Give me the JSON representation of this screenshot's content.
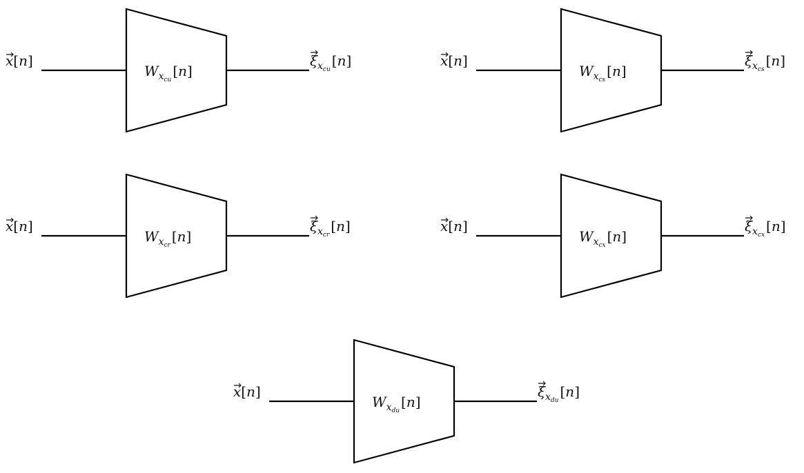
{
  "colors": {
    "stroke": "#000000",
    "text": "#111111",
    "background": "#ffffff"
  },
  "blocks": [
    {
      "id": "cu",
      "input": {
        "symbol": "x",
        "index": "n"
      },
      "filter": {
        "symbol": "W",
        "sub_var": "x",
        "sub_sub": "cu",
        "index": "n"
      },
      "output": {
        "symbol": "ξ",
        "sub_var": "x",
        "sub_sub": "cu",
        "index": "n"
      }
    },
    {
      "id": "cs",
      "input": {
        "symbol": "x",
        "index": "n"
      },
      "filter": {
        "symbol": "W",
        "sub_var": "x",
        "sub_sub": "cs",
        "index": "n"
      },
      "output": {
        "symbol": "ξ",
        "sub_var": "x",
        "sub_sub": "cs",
        "index": "n"
      }
    },
    {
      "id": "cr",
      "input": {
        "symbol": "x",
        "index": "n"
      },
      "filter": {
        "symbol": "W",
        "sub_var": "x",
        "sub_sub": "cr",
        "index": "n"
      },
      "output": {
        "symbol": "ξ",
        "sub_var": "x",
        "sub_sub": "cr",
        "index": "n"
      }
    },
    {
      "id": "cx",
      "input": {
        "symbol": "x",
        "index": "n"
      },
      "filter": {
        "symbol": "W",
        "sub_var": "x",
        "sub_sub": "cx",
        "index": "n"
      },
      "output": {
        "symbol": "ξ",
        "sub_var": "x",
        "sub_sub": "cx",
        "index": "n"
      }
    },
    {
      "id": "du",
      "input": {
        "symbol": "x",
        "index": "n"
      },
      "filter": {
        "symbol": "W",
        "sub_var": "x",
        "sub_sub": "du",
        "index": "n"
      },
      "output": {
        "symbol": "ξ",
        "sub_var": "x",
        "sub_sub": "du",
        "index": "n"
      }
    }
  ]
}
